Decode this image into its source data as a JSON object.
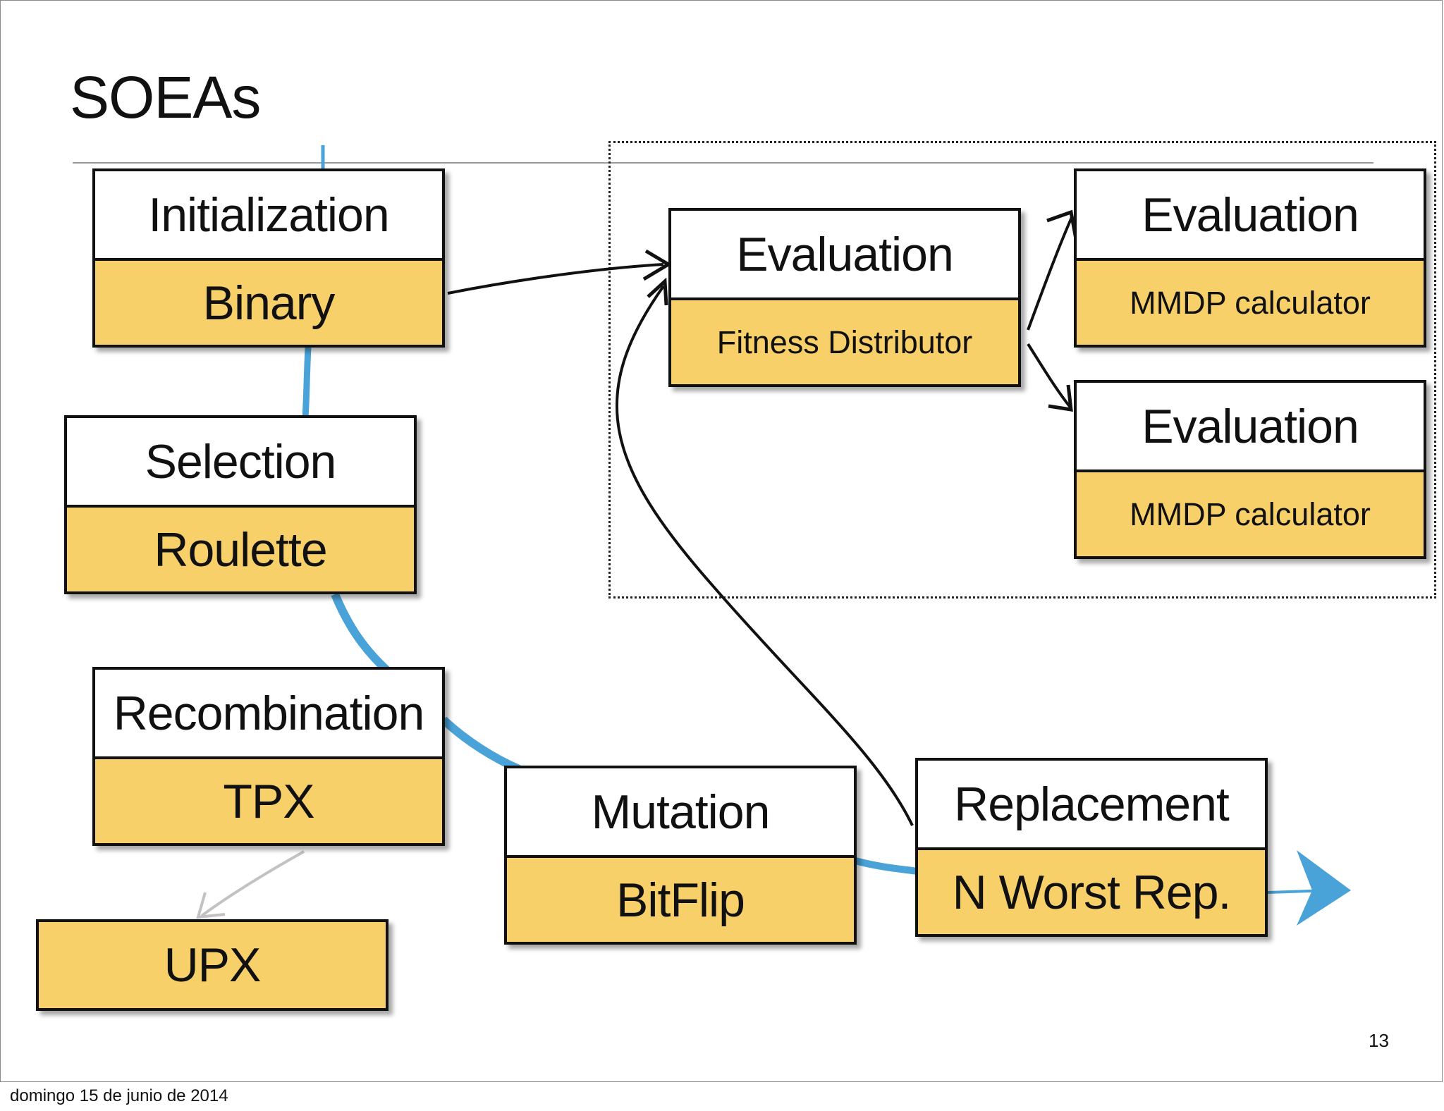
{
  "title": "SOEAs",
  "page_number": "13",
  "footer_date": "domingo 15 de junio de 2014",
  "colors": {
    "box_fill": "#f7d06a",
    "flow_arrow": "#4aa3d8",
    "eval_arrow": "#111111",
    "alt_arrow": "#bbbbbb"
  },
  "boxes": {
    "initialization": {
      "head": "Initialization",
      "body": "Binary"
    },
    "selection": {
      "head": "Selection",
      "body": "Roulette"
    },
    "recombination": {
      "head": "Recombination",
      "body": "TPX"
    },
    "recombination_alt": {
      "body": "UPX"
    },
    "mutation": {
      "head": "Mutation",
      "body": "BitFlip"
    },
    "replacement": {
      "head": "Replacement",
      "body": "N Worst Rep."
    },
    "evaluation_main": {
      "head": "Evaluation",
      "body": "Fitness Distributor"
    },
    "evaluation_worker_1": {
      "head": "Evaluation",
      "body": "MMDP calculator"
    },
    "evaluation_worker_2": {
      "head": "Evaluation",
      "body": "MMDP calculator"
    }
  }
}
